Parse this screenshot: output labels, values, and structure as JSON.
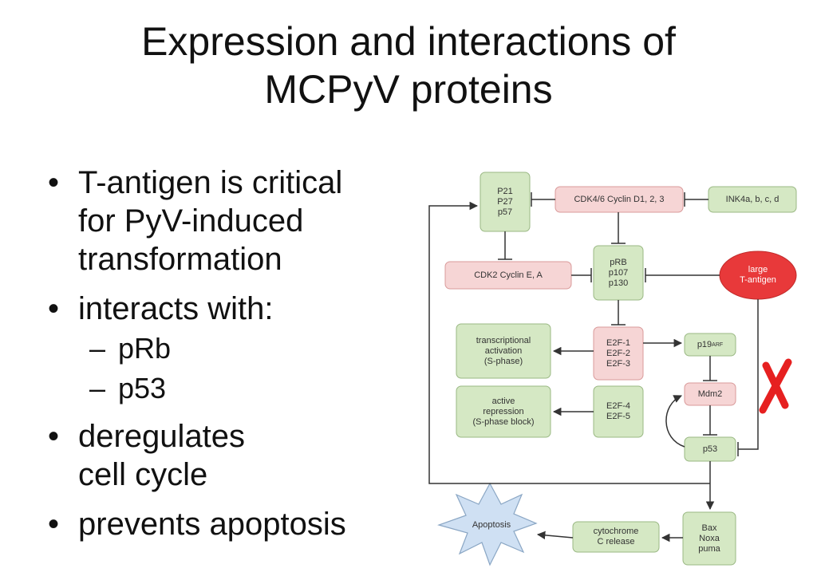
{
  "slide": {
    "title_line1": "Expression and interactions of",
    "title_line2": "MCPyV proteins"
  },
  "bullets": [
    {
      "text_lines": [
        "T-antigen is critical",
        "for PyV-induced",
        "transformation"
      ]
    },
    {
      "text_lines": [
        "interacts with:"
      ],
      "sub": [
        "pRb",
        "p53"
      ]
    },
    {
      "text_lines": [
        "deregulates",
        "cell cycle"
      ]
    },
    {
      "text_lines": [
        "prevents apoptosis"
      ]
    }
  ],
  "diagram": {
    "nodes": {
      "p21": "P21\nP27\np57",
      "cdk46": "CDK4/6 Cyclin D1, 2, 3",
      "ink4": "INK4a, b, c, d",
      "cdk2": "CDK2 Cyclin E, A",
      "prb": "pRB\np107\np130",
      "tantigen": "large\nT-antigen",
      "transcr": "transcriptional\nactivation\n(S-phase)",
      "e2f13": "E2F-1\nE2F-2\nE2F-3",
      "p19": "p19",
      "p19_sup": "ARF",
      "active": "active\nrepression\n(S-phase block)",
      "e2f45": "E2F-4\nE2F-5",
      "mdm2": "Mdm2",
      "p53": "p53",
      "bax": "Bax\nNoxa\npuma",
      "cyto": "cytochrome\nC release",
      "apoptosis": "Apoptosis"
    },
    "colors": {
      "green_fill": "#d5e8c4",
      "green_stroke": "#9ab883",
      "pink_fill": "#f6d5d5",
      "pink_stroke": "#d99a9a",
      "red_ellipse": "#e8393a",
      "burst_fill": "#cfe0f3",
      "burst_stroke": "#8aa6c4",
      "red_x": "#e62020"
    }
  }
}
